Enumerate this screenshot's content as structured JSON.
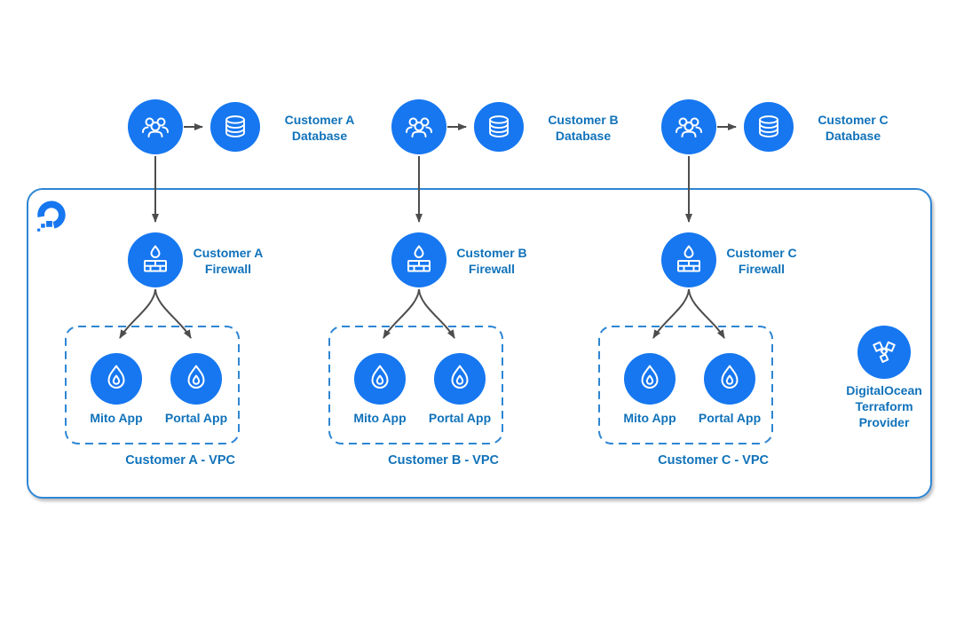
{
  "theme": {
    "node_blue": "#1677F0",
    "label_blue": "#1072BA",
    "border_blue": "#2E86D3",
    "arrow_gray": "#4D4D4D",
    "background": "#FFFFFF"
  },
  "diagram": {
    "boundary": {
      "logo_icon": "digitalocean-logo"
    },
    "customers": [
      {
        "name": "Customer A",
        "users_icon": "users-icon",
        "database_icon": "database-icon",
        "database_label": "Customer A Database",
        "firewall_icon": "firewall-icon",
        "firewall_label": "Customer A Firewall",
        "apps": [
          {
            "icon": "droplet-icon",
            "label": "Mito App"
          },
          {
            "icon": "droplet-icon",
            "label": "Portal App"
          }
        ],
        "vpc_label": "Customer A - VPC"
      },
      {
        "name": "Customer B",
        "users_icon": "users-icon",
        "database_icon": "database-icon",
        "database_label": "Customer B Database",
        "firewall_icon": "firewall-icon",
        "firewall_label": "Customer B Firewall",
        "apps": [
          {
            "icon": "droplet-icon",
            "label": "Mito App"
          },
          {
            "icon": "droplet-icon",
            "label": "Portal App"
          }
        ],
        "vpc_label": "Customer B - VPC"
      },
      {
        "name": "Customer C",
        "users_icon": "users-icon",
        "database_icon": "database-icon",
        "database_label": "Customer C Database",
        "firewall_icon": "firewall-icon",
        "firewall_label": "Customer C Firewall",
        "apps": [
          {
            "icon": "droplet-icon",
            "label": "Mito App"
          },
          {
            "icon": "droplet-icon",
            "label": "Portal App"
          }
        ],
        "vpc_label": "Customer C - VPC"
      }
    ],
    "provider": {
      "icon": "terraform-icon",
      "label": "DigitalOcean Terraform Provider"
    }
  }
}
